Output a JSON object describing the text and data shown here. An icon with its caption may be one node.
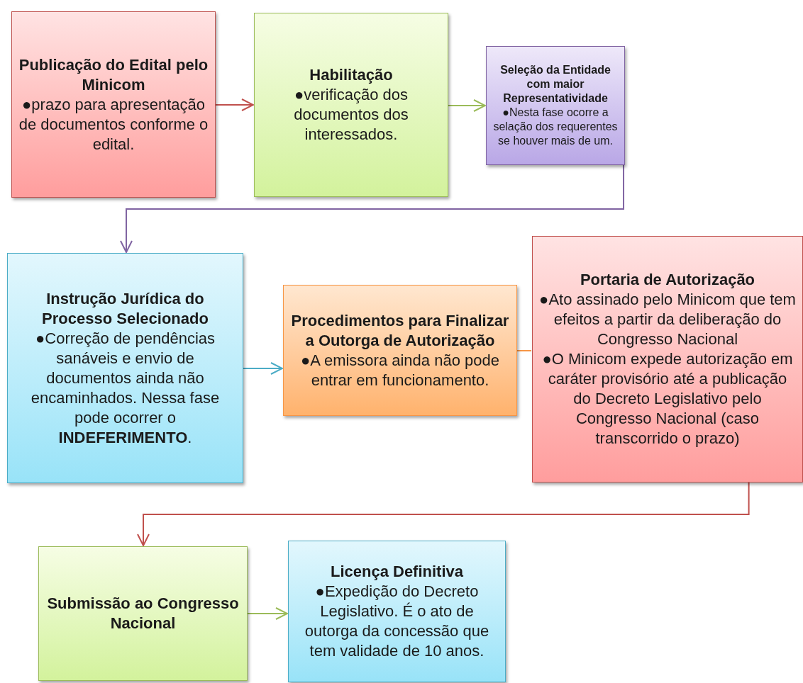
{
  "diagram": {
    "nodes": [
      {
        "text": [
          "Publicação do Edital pelo Minicom",
          "●prazo para apresentação de documentos conforme o edital."
        ]
      },
      {
        "text": [
          "Habilitação",
          "●verificação dos documentos dos interessados."
        ]
      },
      {
        "text": [
          "Seleção da Entidade com maior Representatividade",
          "●Nesta fase ocorre a selação dos requerentes se houver mais de um."
        ]
      },
      {
        "text": [
          "Instrução Jurídica do Processo Selecionado",
          "●Correção de pendências sanáveis e envio de documentos ainda não encaminhados. Nessa fase pode ocorrer o **INDEFERIMENTO**."
        ]
      },
      {
        "text": [
          "Procedimentos para Finalizar a Outorga de Autorização",
          "●A emissora ainda não pode entrar em funcionamento."
        ]
      },
      {
        "text": [
          "Portaria de Autorização",
          "●Ato assinado pelo Minicom que tem efeitos a partir da deliberação do Congresso Nacional",
          "●O Minicom expede autorização em caráter provisório até a publicação do Decreto Legislativo pelo Congresso Nacional (caso transcorrido o prazo)"
        ]
      },
      {
        "text": [
          "Submissão ao Congresso Nacional"
        ]
      },
      {
        "text": [
          "Licença Definitiva",
          "●Expedição do Decreto Legislativo. É o ato de outorga da concessão que tem validade de 10 anos."
        ]
      }
    ],
    "edges": [
      {
        "from": 0,
        "to": 1,
        "arrow": "to",
        "color": "#c0504d"
      },
      {
        "from": 1,
        "to": 2,
        "arrow": "to",
        "color": "#9bbb59"
      },
      {
        "from": 2,
        "to": 3,
        "arrow": "to",
        "color": "#8064a2"
      },
      {
        "from": 3,
        "to": 4,
        "arrow": "to",
        "color": "#4bacc6"
      },
      {
        "from": 4,
        "to": 5,
        "arrow": "none",
        "color": "#f79646"
      },
      {
        "from": 5,
        "to": 6,
        "arrow": "to",
        "color": "#c0504d"
      },
      {
        "from": 6,
        "to": 7,
        "arrow": "to",
        "color": "#9bbb59"
      }
    ]
  }
}
